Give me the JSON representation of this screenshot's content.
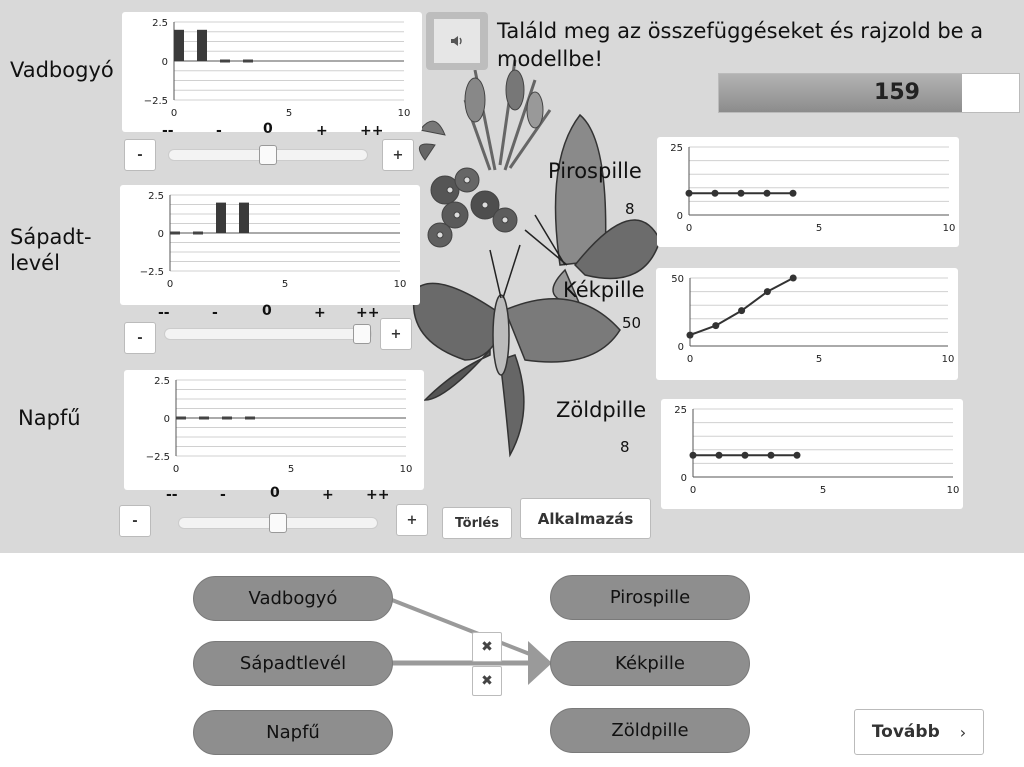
{
  "instruction": "Találd meg az összefüggéseket és rajzold be a modellbe!",
  "score": {
    "value": "159",
    "fill_fraction": 0.9
  },
  "icons": {
    "speaker": "speaker-icon",
    "delete": "close-icon",
    "next": "chevron-right-icon"
  },
  "scale_labels": {
    "mm": "--",
    "m": "-",
    "zero": "0",
    "p": "+",
    "pp": "++"
  },
  "stepper": {
    "minus": "-",
    "plus": "+"
  },
  "buttons": {
    "clear": "Törlés",
    "apply": "Alkalmazás",
    "next": "Tovább",
    "next_arrow": "›",
    "delete_glyph": "✖"
  },
  "species": [
    {
      "name": "Vadbogyó",
      "slider_fraction": 0.5
    },
    {
      "name": "Sápadt-\nlevél",
      "slider_fraction": 1.0
    },
    {
      "name": "Napfű",
      "slider_fraction": 0.5
    }
  ],
  "butterflies": [
    {
      "name": "Pirospille",
      "value": "8"
    },
    {
      "name": "Kékpille",
      "value": "50"
    },
    {
      "name": "Zöldpille",
      "value": "8"
    }
  ],
  "chart_data": [
    {
      "id": "vadbogyo-effect",
      "type": "bar",
      "x": [
        0,
        1,
        2,
        3
      ],
      "values": [
        2,
        2,
        0,
        0
      ],
      "ylim": [
        -2.5,
        2.5
      ],
      "xlim": [
        0,
        10
      ],
      "yticks": [
        "2.5",
        "0",
        "−2.5"
      ],
      "xticks": [
        "0",
        "5",
        "10"
      ]
    },
    {
      "id": "sapadtlevel-effect",
      "type": "bar",
      "x": [
        0,
        1,
        2,
        3
      ],
      "values": [
        0,
        0,
        2,
        2
      ],
      "ylim": [
        -2.5,
        2.5
      ],
      "xlim": [
        0,
        10
      ],
      "yticks": [
        "2.5",
        "0",
        "−2.5"
      ],
      "xticks": [
        "0",
        "5",
        "10"
      ]
    },
    {
      "id": "napfu-effect",
      "type": "bar",
      "x": [
        0,
        1,
        2,
        3
      ],
      "values": [
        0,
        0,
        0,
        0
      ],
      "ylim": [
        -2.5,
        2.5
      ],
      "xlim": [
        0,
        10
      ],
      "yticks": [
        "2.5",
        "0",
        "−2.5"
      ],
      "xticks": [
        "0",
        "5",
        "10"
      ]
    },
    {
      "id": "pirospille-population",
      "type": "line",
      "x": [
        0,
        1,
        2,
        3,
        4
      ],
      "values": [
        8,
        8,
        8,
        8,
        8
      ],
      "ylim": [
        0,
        25
      ],
      "xlim": [
        0,
        10
      ],
      "yticks": [
        "25",
        "0"
      ],
      "xticks": [
        "0",
        "5",
        "10"
      ]
    },
    {
      "id": "kekpille-population",
      "type": "line",
      "x": [
        0,
        1,
        2,
        3,
        4
      ],
      "values": [
        8,
        15,
        26,
        40,
        50
      ],
      "ylim": [
        0,
        50
      ],
      "xlim": [
        0,
        10
      ],
      "yticks": [
        "50",
        "0"
      ],
      "xticks": [
        "0",
        "5",
        "10"
      ]
    },
    {
      "id": "zoldpille-population",
      "type": "line",
      "x": [
        0,
        1,
        2,
        3,
        4
      ],
      "values": [
        8,
        8,
        8,
        8,
        8
      ],
      "ylim": [
        0,
        25
      ],
      "xlim": [
        0,
        10
      ],
      "yticks": [
        "25",
        "0"
      ],
      "xticks": [
        "0",
        "5",
        "10"
      ]
    }
  ],
  "model": {
    "sources": [
      "Vadbogyó",
      "Sápadtlevél",
      "Napfű"
    ],
    "targets": [
      "Pirospille",
      "Kékpille",
      "Zöldpille"
    ]
  }
}
